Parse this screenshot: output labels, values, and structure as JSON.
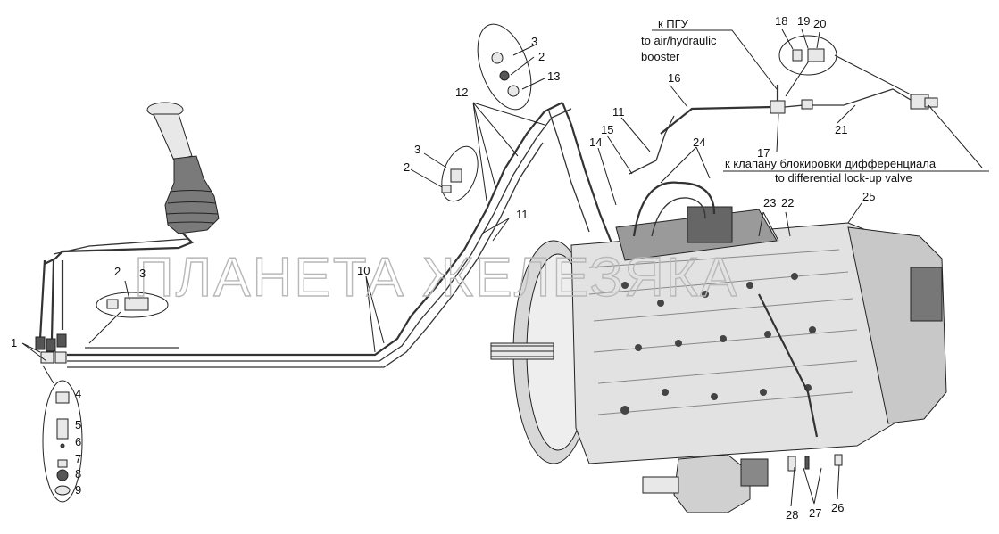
{
  "callouts": {
    "n1": "1",
    "n2": "2",
    "n3": "3",
    "n4": "4",
    "n5": "5",
    "n6": "6",
    "n7": "7",
    "n8": "8",
    "n9": "9",
    "n10": "10",
    "n11": "11",
    "n12": "12",
    "n13": "13",
    "n14": "14",
    "n15": "15",
    "n16": "16",
    "n17": "17",
    "n18": "18",
    "n19": "19",
    "n20": "20",
    "n21": "21",
    "n22": "22",
    "n23": "23",
    "n24": "24",
    "n25": "25",
    "n26": "26",
    "n27": "27",
    "n28": "28"
  },
  "notes": {
    "pgu_ru": "к ПГУ",
    "pgu_en_1": "to air/hydraulic",
    "pgu_en_2": "booster",
    "diff_ru": "к клапану блокировки дифференциала",
    "diff_en": "to differential lock-up valve"
  },
  "watermark": "ПЛАНЕТА ЖЕЛЕЗЯКА"
}
